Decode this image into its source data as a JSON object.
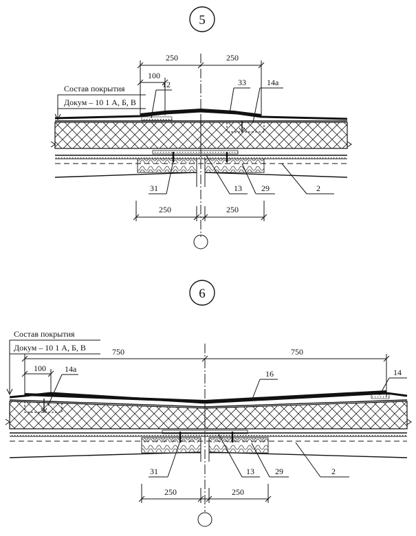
{
  "detail5": {
    "marker": "5",
    "composition_title": "Состав покрытия",
    "composition_ref": "Докум – 10 1 А, Б, В",
    "dim_top_left": "250",
    "dim_top_right": "250",
    "dim_small": "100",
    "dim_bottom_left": "250",
    "dim_bottom_right": "250",
    "callout_12": "12",
    "callout_33": "33",
    "callout_14a": "14а",
    "callout_31": "31",
    "callout_13": "13",
    "callout_29": "29",
    "callout_2": "2"
  },
  "detail6": {
    "marker": "6",
    "composition_title": "Состав покрытия",
    "composition_ref": "Докум – 10 1 А, Б, В",
    "dim_top_left": "750",
    "dim_top_right": "750",
    "dim_small": "100",
    "dim_bottom_left": "250",
    "dim_bottom_right": "250",
    "callout_14a": "14а",
    "callout_16": "16",
    "callout_14": "14",
    "callout_31": "31",
    "callout_13": "13",
    "callout_29": "29",
    "callout_2": "2"
  }
}
